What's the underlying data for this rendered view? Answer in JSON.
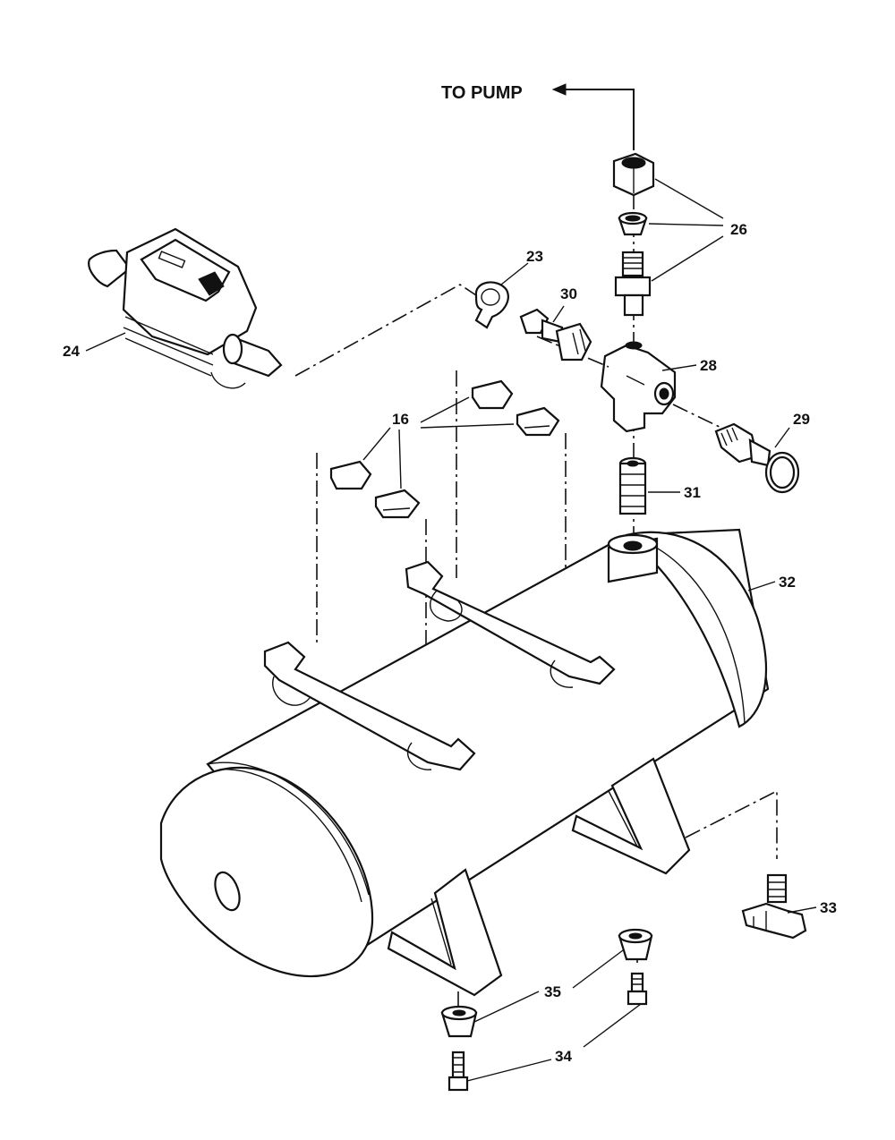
{
  "diagram": {
    "pump_label": "TO PUMP",
    "callouts": {
      "c16": "16",
      "c23": "23",
      "c24": "24",
      "c26": "26",
      "c28": "28",
      "c29": "29",
      "c30": "30",
      "c31": "31",
      "c32": "32",
      "c33": "33",
      "c34": "34",
      "c35": "35"
    }
  }
}
